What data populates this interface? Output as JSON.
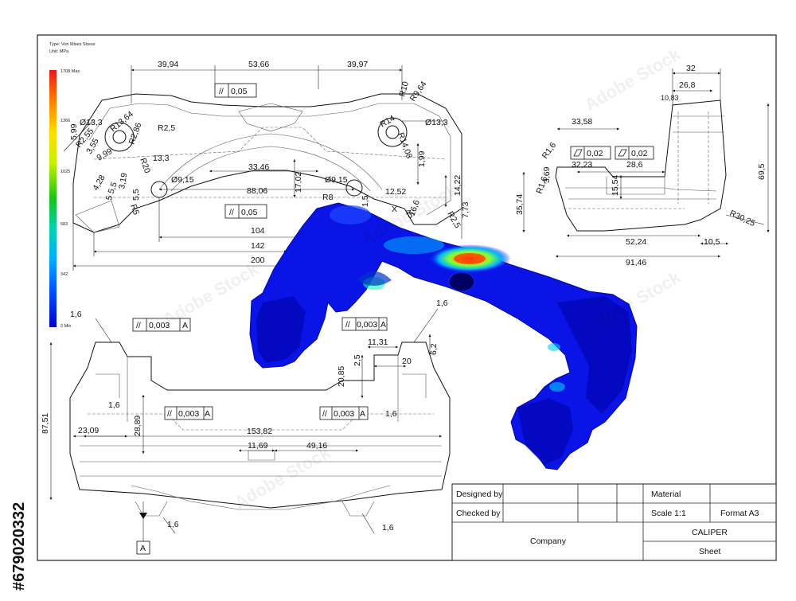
{
  "legend": {
    "type_label": "Type: Von Mises Stress",
    "unit_label": "Unit: MPa",
    "max_label": "1708 Max",
    "min_label": "0 Min",
    "ticks": [
      "1366",
      "1025",
      "683",
      "342"
    ],
    "colors": [
      "#d7191c",
      "#f46d43",
      "#fee08b",
      "#d9ef8b",
      "#1a9641",
      "#00bfff",
      "#0033ff",
      "#0000b4"
    ]
  },
  "front_view": {
    "top_dims": [
      "39,94",
      "53,66",
      "39,97"
    ],
    "flatness_1": "0,05",
    "flatness_2": "0,05",
    "labels": [
      "R10",
      "R9,64",
      "Ø13,3",
      "Ø13,3",
      "R14",
      "R14,08",
      "5,99",
      "3,55",
      "9,99",
      "4,28",
      "5,5",
      "R5",
      "R2,55",
      "R13,64",
      "R2,86",
      "R2,5",
      "R20",
      "13,3",
      "3,19",
      "Ø9,15",
      "Ø9,15",
      "33,46",
      "88,06",
      "17,02",
      "R8",
      "12,52",
      "14,22",
      "7,73",
      "16,6",
      "R2,5",
      "1,99",
      "5",
      "5,5",
      "1,5",
      "45",
      "X"
    ],
    "horizontal_dims": [
      "104",
      "142",
      "200"
    ]
  },
  "side_view": {
    "labels": [
      "32",
      "26,8",
      "10,83",
      "33,58",
      "R1,6",
      "0,02",
      "0,02",
      "32,23",
      "28,6",
      "R1,6",
      "3,69",
      "15,54",
      "35,74",
      "69,5",
      "R30,25",
      "52,24",
      "10,5",
      "91,46"
    ]
  },
  "top_view": {
    "labels": [
      "1,6",
      "0,003",
      "A",
      "1,6",
      "0,003",
      "A",
      "0,003",
      "A",
      "0,003",
      "A",
      "1,6",
      "1,6",
      "11,31",
      "6,2",
      "2,5",
      "20",
      "20,85",
      "23,09",
      "28,89",
      "87,51",
      "153,82",
      "11,69",
      "49,16",
      "1,6",
      "1,6",
      "A"
    ]
  },
  "title_block": {
    "designed_by": "Designed by",
    "checked_by": "Checked by",
    "material": "Material",
    "scale": "Scale 1:1",
    "format": "Format A3",
    "company": "Company",
    "part_name": "CALIPER",
    "sheet": "Sheet"
  },
  "stock_id": "#679020332",
  "stock_brand": "Adobe Stock"
}
